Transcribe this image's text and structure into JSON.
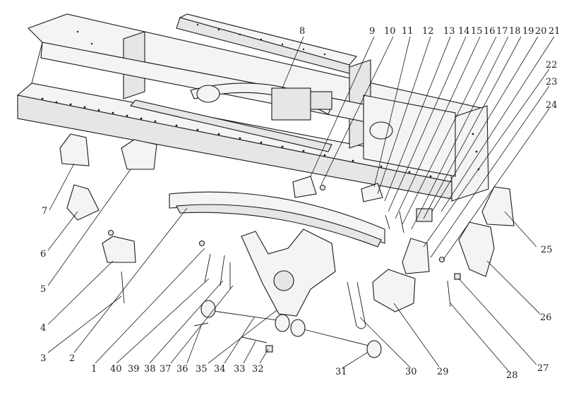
{
  "diagram": {
    "callouts": [
      {
        "id": "c1",
        "label": "1"
      },
      {
        "id": "c2",
        "label": "2"
      },
      {
        "id": "c3",
        "label": "3"
      },
      {
        "id": "c4",
        "label": "4"
      },
      {
        "id": "c5",
        "label": "5"
      },
      {
        "id": "c6",
        "label": "6"
      },
      {
        "id": "c7",
        "label": "7"
      },
      {
        "id": "c8",
        "label": "8"
      },
      {
        "id": "c9",
        "label": "9"
      },
      {
        "id": "c10",
        "label": "10"
      },
      {
        "id": "c11",
        "label": "11"
      },
      {
        "id": "c12",
        "label": "12"
      },
      {
        "id": "c13",
        "label": "13"
      },
      {
        "id": "c14",
        "label": "14"
      },
      {
        "id": "c15",
        "label": "15"
      },
      {
        "id": "c16",
        "label": "16"
      },
      {
        "id": "c17",
        "label": "17"
      },
      {
        "id": "c18",
        "label": "18"
      },
      {
        "id": "c19",
        "label": "19"
      },
      {
        "id": "c20",
        "label": "20"
      },
      {
        "id": "c21",
        "label": "21"
      },
      {
        "id": "c22",
        "label": "22"
      },
      {
        "id": "c23",
        "label": "23"
      },
      {
        "id": "c24",
        "label": "24"
      },
      {
        "id": "c25",
        "label": "25"
      },
      {
        "id": "c26",
        "label": "26"
      },
      {
        "id": "c27",
        "label": "27"
      },
      {
        "id": "c28",
        "label": "28"
      },
      {
        "id": "c29",
        "label": "29"
      },
      {
        "id": "c30",
        "label": "30"
      },
      {
        "id": "c31",
        "label": "31"
      },
      {
        "id": "c32",
        "label": "32"
      },
      {
        "id": "c33",
        "label": "33"
      },
      {
        "id": "c34",
        "label": "34"
      },
      {
        "id": "c35",
        "label": "35"
      },
      {
        "id": "c36",
        "label": "36"
      },
      {
        "id": "c37",
        "label": "37"
      },
      {
        "id": "c38",
        "label": "38"
      },
      {
        "id": "c39",
        "label": "39"
      },
      {
        "id": "c40",
        "label": "40"
      }
    ]
  }
}
